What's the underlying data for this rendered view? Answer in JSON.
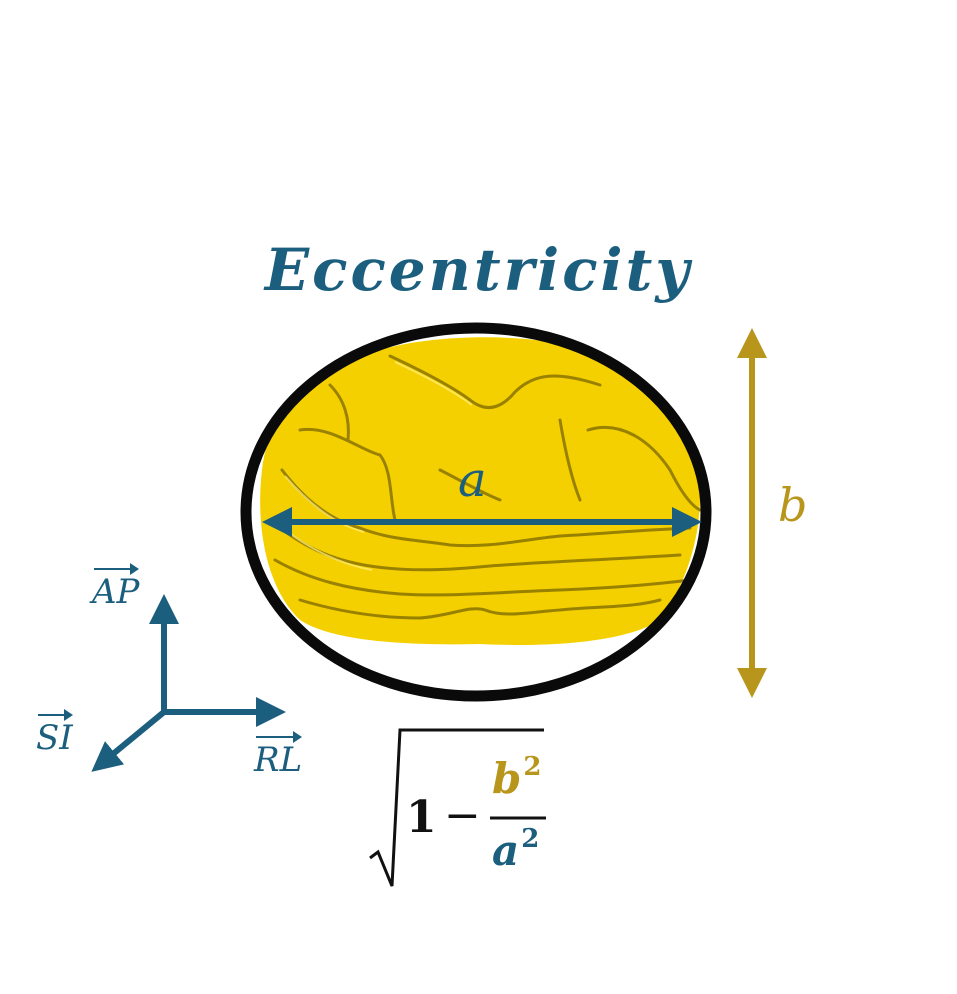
{
  "title": "Eccentricity",
  "labels": {
    "major_axis": "a",
    "minor_axis": "b",
    "axis_ap": "AP",
    "axis_rl": "RL",
    "axis_si": "SI"
  },
  "formula": {
    "one": "1",
    "minus": "−",
    "numerator": "b",
    "denominator": "a",
    "exponent": "2"
  },
  "colors": {
    "teal": "#1b5e7e",
    "gold": "#b8961c",
    "yellow": "#f5d000",
    "outline": "#0a0a0a"
  }
}
